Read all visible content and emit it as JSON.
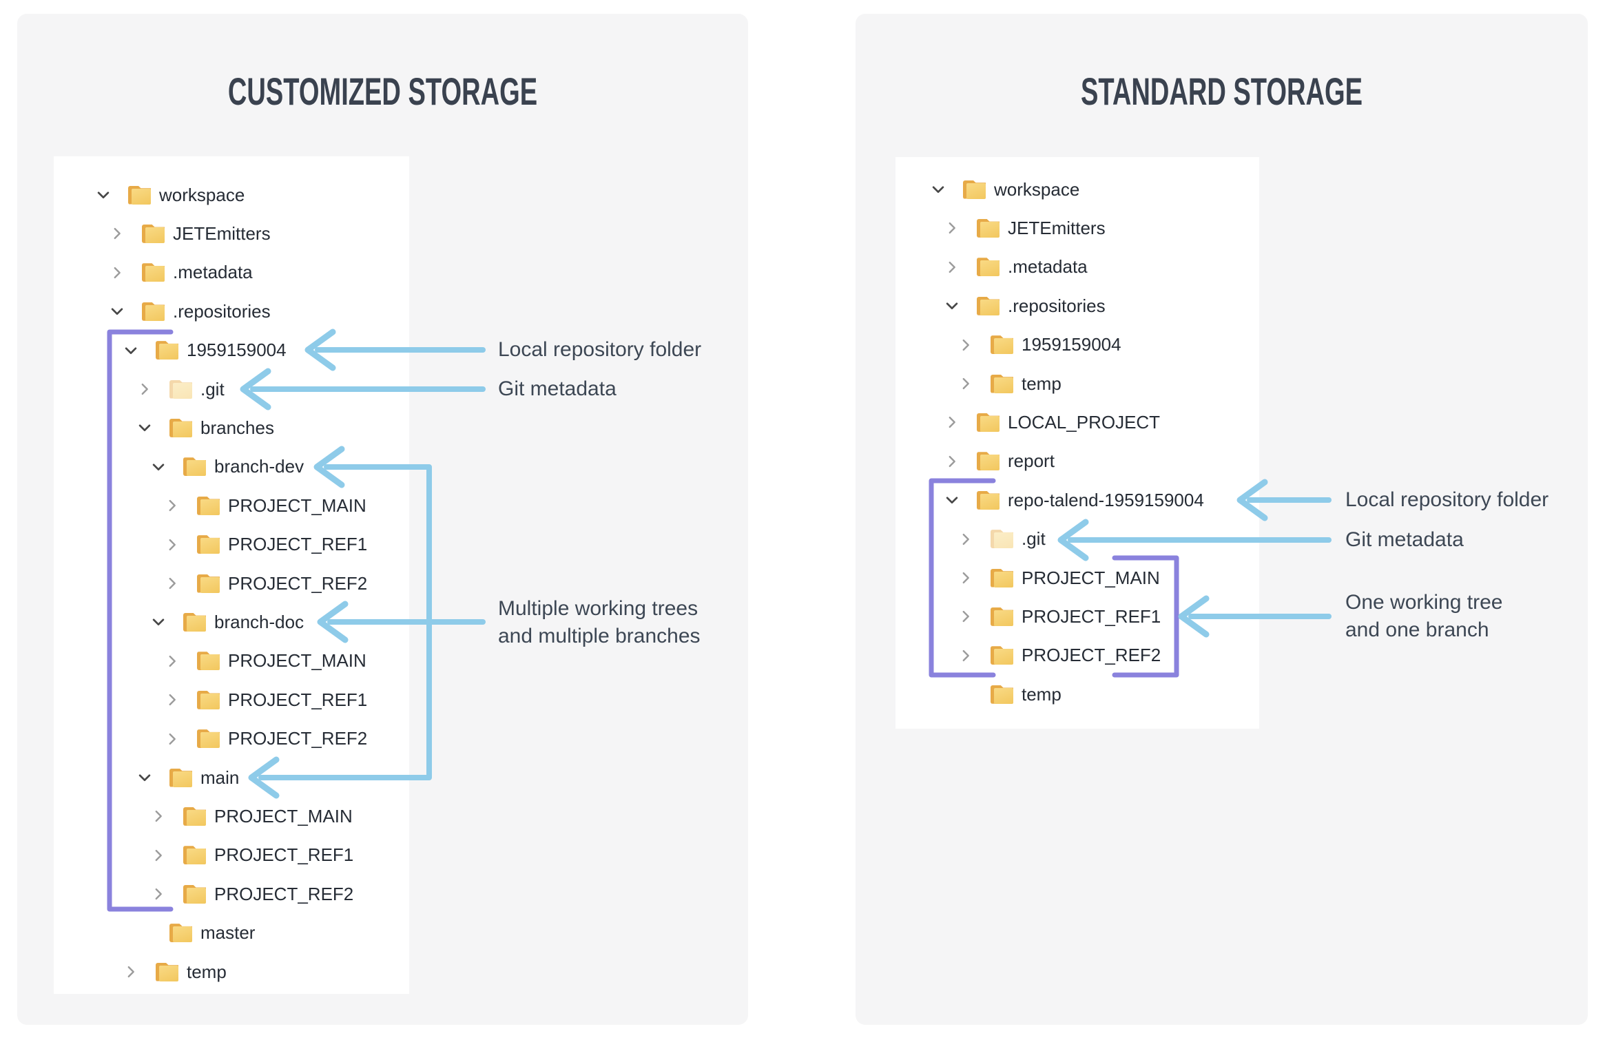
{
  "colors": {
    "card_background": "#f5f5f6",
    "panel_background": "#ffffff",
    "arrow_blue": "#8ecbe9",
    "bracket_purple": "#8a82dd",
    "header_text": "#3a424f",
    "annotation_text": "#3d4754",
    "tree_text": "#262c35",
    "folder_yellow": "#f2c75e"
  },
  "left_panel": {
    "title": "CUSTOMIZED STORAGE",
    "tree": [
      {
        "label": "workspace",
        "level": 0,
        "state": "expanded"
      },
      {
        "label": "JETEmitters",
        "level": 1,
        "state": "collapsed"
      },
      {
        "label": ".metadata",
        "level": 1,
        "state": "collapsed"
      },
      {
        "label": ".repositories",
        "level": 1,
        "state": "expanded"
      },
      {
        "label": "1959159004",
        "level": 2,
        "state": "expanded"
      },
      {
        "label": ".git",
        "level": 3,
        "state": "collapsed",
        "faded": true
      },
      {
        "label": "branches",
        "level": 3,
        "state": "expanded"
      },
      {
        "label": "branch-dev",
        "level": 4,
        "state": "expanded"
      },
      {
        "label": "PROJECT_MAIN",
        "level": 5,
        "state": "collapsed"
      },
      {
        "label": "PROJECT_REF1",
        "level": 5,
        "state": "collapsed"
      },
      {
        "label": "PROJECT_REF2",
        "level": 5,
        "state": "collapsed"
      },
      {
        "label": "branch-doc",
        "level": 4,
        "state": "expanded"
      },
      {
        "label": "PROJECT_MAIN",
        "level": 5,
        "state": "collapsed"
      },
      {
        "label": "PROJECT_REF1",
        "level": 5,
        "state": "collapsed"
      },
      {
        "label": "PROJECT_REF2",
        "level": 5,
        "state": "collapsed"
      },
      {
        "label": "main",
        "level": 3,
        "state": "expanded"
      },
      {
        "label": "PROJECT_MAIN",
        "level": 4,
        "state": "collapsed"
      },
      {
        "label": "PROJECT_REF1",
        "level": 4,
        "state": "collapsed"
      },
      {
        "label": "PROJECT_REF2",
        "level": 4,
        "state": "collapsed"
      },
      {
        "label": "master",
        "level": 3,
        "state": "none"
      },
      {
        "label": "temp",
        "level": 2,
        "state": "collapsed"
      }
    ],
    "annotations": {
      "local_repo": "Local repository folder",
      "git_meta": "Git metadata",
      "multi_line1": "Multiple working trees",
      "multi_line2": "and multiple branches"
    }
  },
  "right_panel": {
    "title": "STANDARD STORAGE",
    "tree": [
      {
        "label": "workspace",
        "level": 0,
        "state": "expanded"
      },
      {
        "label": "JETEmitters",
        "level": 1,
        "state": "collapsed"
      },
      {
        "label": ".metadata",
        "level": 1,
        "state": "collapsed"
      },
      {
        "label": ".repositories",
        "level": 1,
        "state": "expanded"
      },
      {
        "label": "1959159004",
        "level": 2,
        "state": "collapsed"
      },
      {
        "label": "temp",
        "level": 2,
        "state": "collapsed"
      },
      {
        "label": "LOCAL_PROJECT",
        "level": 1,
        "state": "collapsed"
      },
      {
        "label": "report",
        "level": 1,
        "state": "collapsed"
      },
      {
        "label": "repo-talend-1959159004",
        "level": 1,
        "state": "expanded"
      },
      {
        "label": ".git",
        "level": 2,
        "state": "collapsed",
        "faded": true
      },
      {
        "label": "PROJECT_MAIN",
        "level": 2,
        "state": "collapsed"
      },
      {
        "label": "PROJECT_REF1",
        "level": 2,
        "state": "collapsed"
      },
      {
        "label": "PROJECT_REF2",
        "level": 2,
        "state": "collapsed"
      },
      {
        "label": "temp",
        "level": 2,
        "state": "none"
      }
    ],
    "annotations": {
      "local_repo": "Local repository folder",
      "git_meta": "Git metadata",
      "one_line1": "One working tree",
      "one_line2": "and one branch"
    }
  }
}
